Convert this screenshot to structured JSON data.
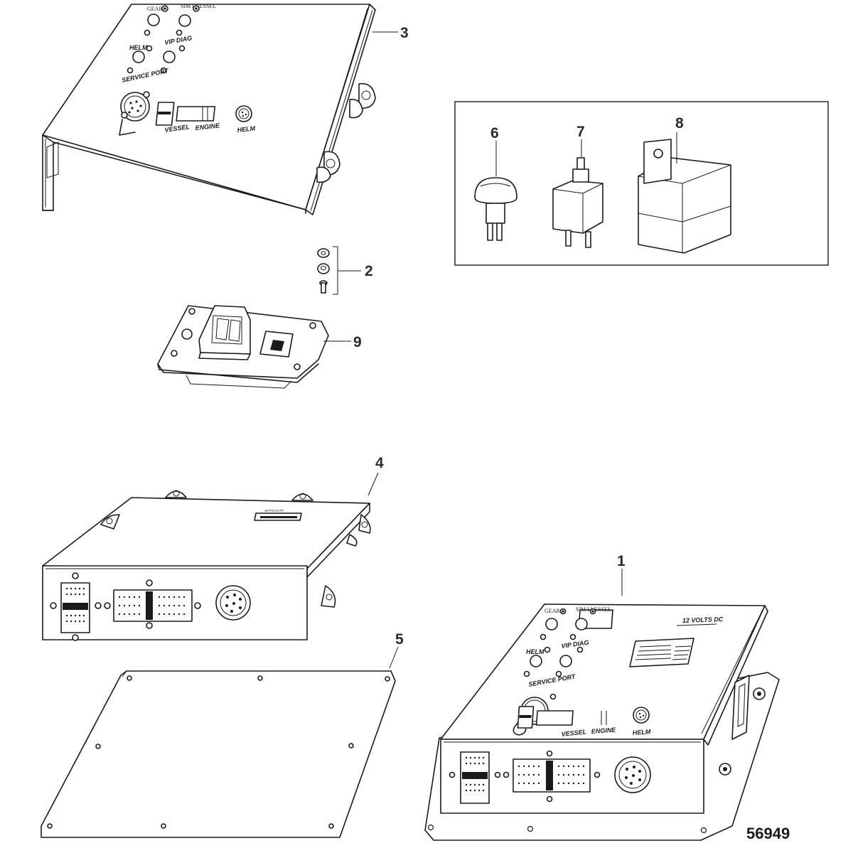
{
  "diagram": {
    "figure_number": "56949",
    "callouts": [
      "1",
      "2",
      "3",
      "4",
      "5",
      "6",
      "7",
      "8",
      "9"
    ],
    "cover_labels": {
      "gear": "GEAR",
      "sim_vessel": "SIM I VESSEL",
      "helm": "HELM",
      "vip_diag": "VIP DIAG",
      "service_port": "SERVICE PORT",
      "vessel": "VESSEL",
      "engine": "ENGINE",
      "helm_connector": "HELM"
    },
    "unit_labels": {
      "gear": "GEAR",
      "sim_vessel": "SIM I VESSEL",
      "helm": "HELM",
      "vip_diag": "VIP DIAG",
      "service_port": "SERVICE PORT",
      "vessel": "VESSEL",
      "engine": "ENGINE",
      "helm_connector": "HELM",
      "voltage": "12 VOLTS DC"
    },
    "module_label": "48 PIN RCPT"
  }
}
